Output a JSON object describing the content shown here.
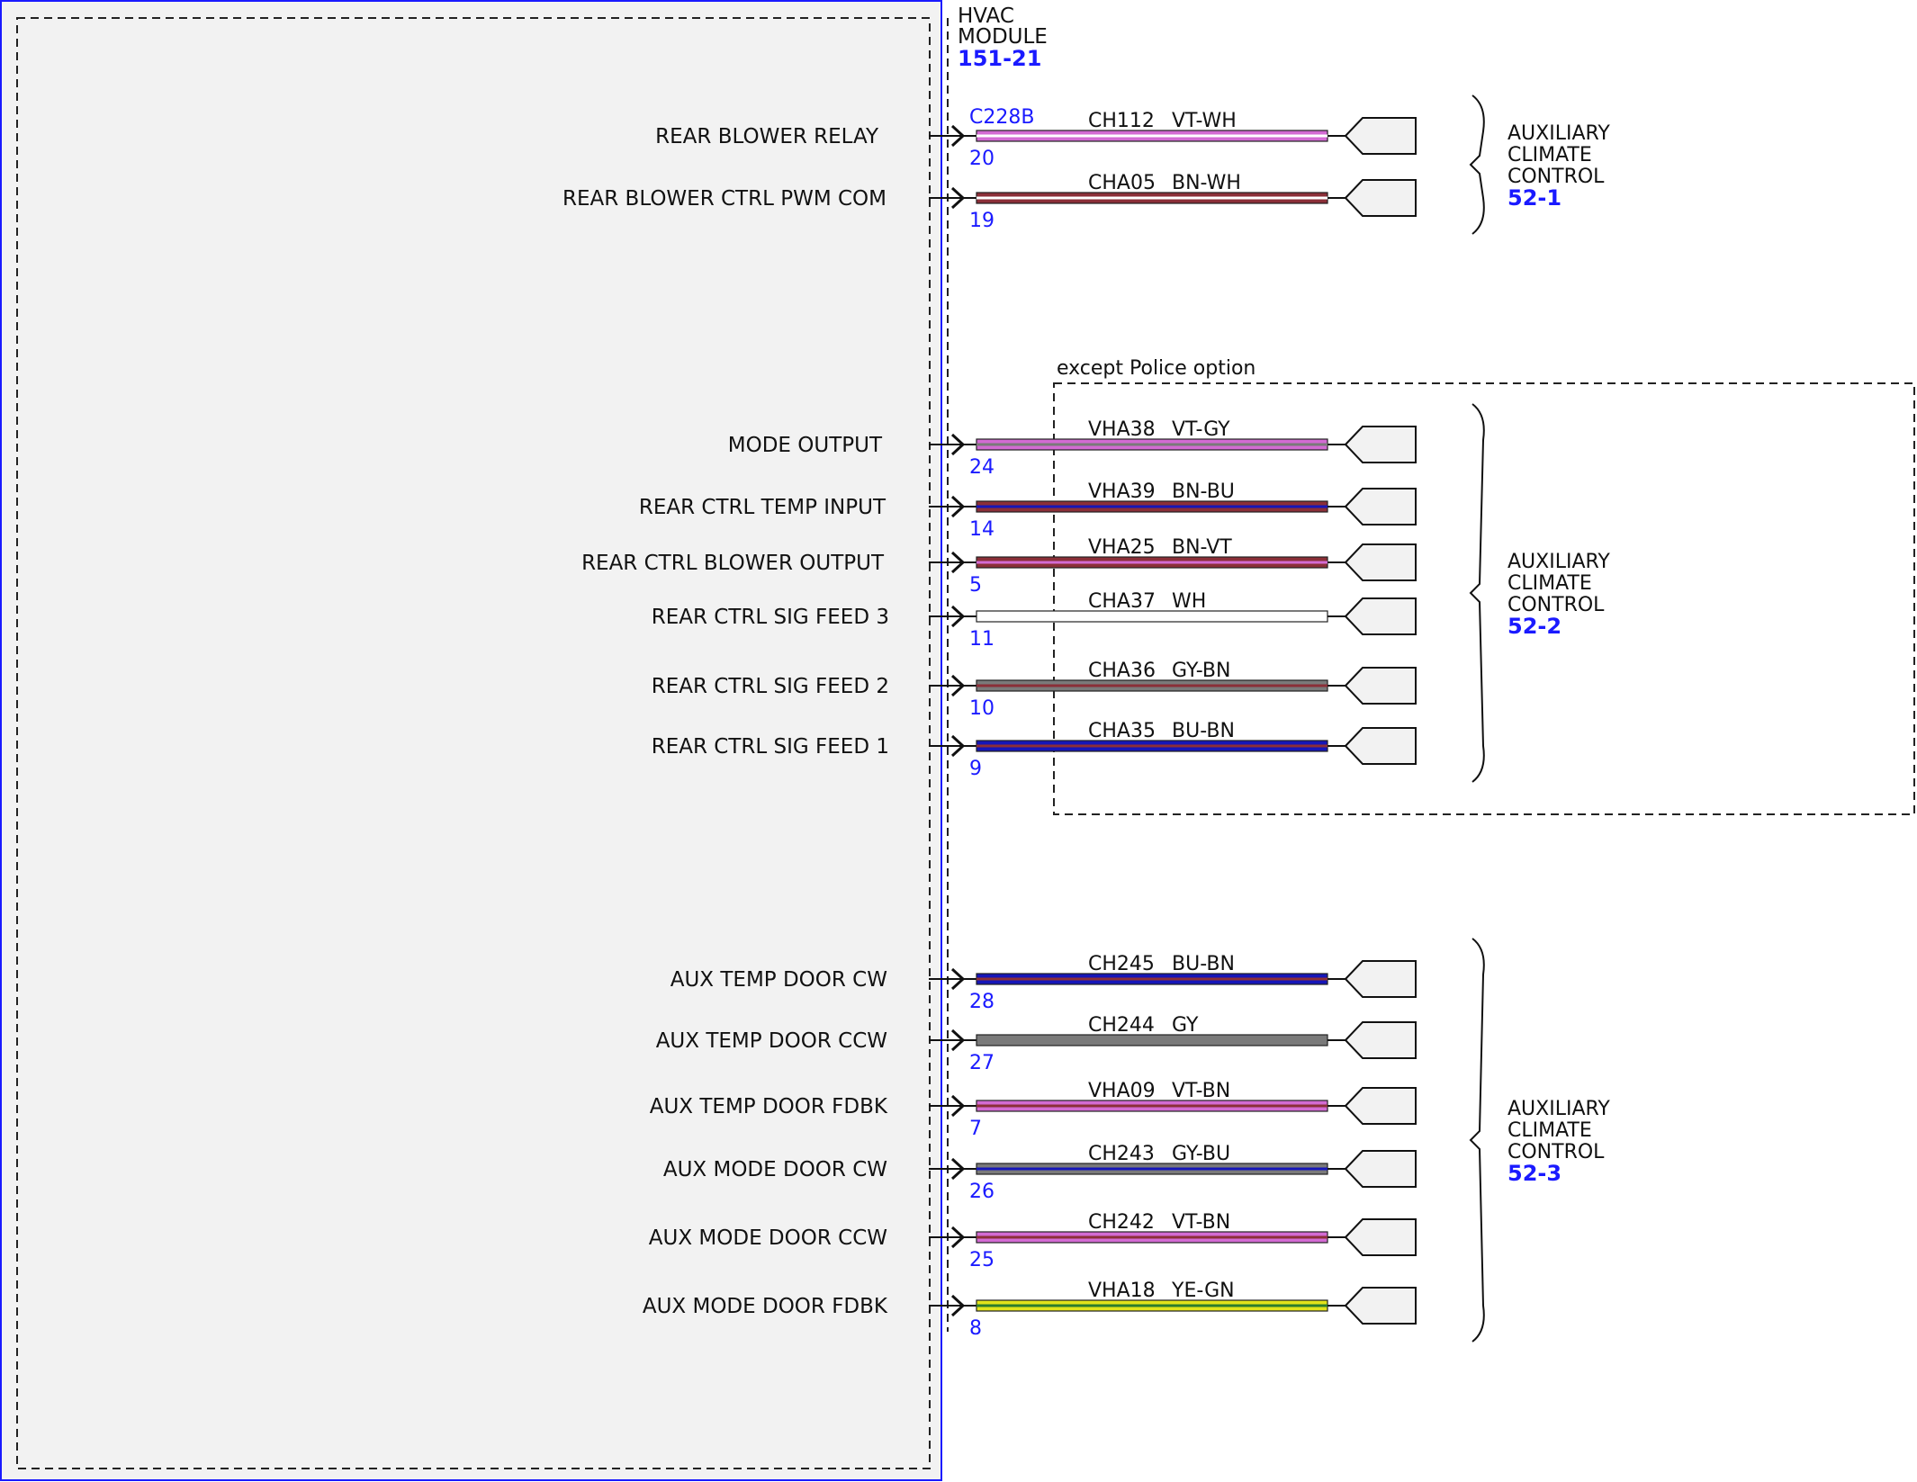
{
  "module": {
    "name_line1": "HVAC",
    "name_line2": "MODULE",
    "ref": "151-21",
    "connector": "C228B"
  },
  "note": "except Police option",
  "colors": {
    "VT": "#d36bd3",
    "WH": "#ffffff",
    "BN": "#8b2f38",
    "GY": "#7a7a7a",
    "BU": "#1616b8",
    "YE": "#e3e31a",
    "GN": "#2d7d2d",
    "module_border": "#1a1aff",
    "pin_text": "#1a1aff",
    "fill": "#f2f2f2"
  },
  "groups": [
    {
      "line1": "AUXILIARY",
      "line2": "CLIMATE",
      "line3": "CONTROL",
      "ref": "52-1",
      "wires": [
        {
          "label": "REAR BLOWER RELAY",
          "pin": "20",
          "circuit": "CH112",
          "color": "VT-WH"
        },
        {
          "label": "REAR BLOWER CTRL PWM COM",
          "pin": "19",
          "circuit": "CHA05",
          "color": "BN-WH"
        }
      ]
    },
    {
      "line1": "AUXILIARY",
      "line2": "CLIMATE",
      "line3": "CONTROL",
      "ref": "52-2",
      "wires": [
        {
          "label": "MODE OUTPUT",
          "pin": "24",
          "circuit": "VHA38",
          "color": "VT-GY"
        },
        {
          "label": "REAR CTRL TEMP INPUT",
          "pin": "14",
          "circuit": "VHA39",
          "color": "BN-BU"
        },
        {
          "label": "REAR CTRL BLOWER OUTPUT",
          "pin": "5",
          "circuit": "VHA25",
          "color": "BN-VT"
        },
        {
          "label": "REAR CTRL SIG FEED 3",
          "pin": "11",
          "circuit": "CHA37",
          "color": "WH"
        },
        {
          "label": "REAR CTRL SIG FEED 2",
          "pin": "10",
          "circuit": "CHA36",
          "color": "GY-BN"
        },
        {
          "label": "REAR CTRL SIG FEED 1",
          "pin": "9",
          "circuit": "CHA35",
          "color": "BU-BN"
        }
      ]
    },
    {
      "line1": "AUXILIARY",
      "line2": "CLIMATE",
      "line3": "CONTROL",
      "ref": "52-3",
      "wires": [
        {
          "label": "AUX TEMP DOOR CW",
          "pin": "28",
          "circuit": "CH245",
          "color": "BU-BN"
        },
        {
          "label": "AUX TEMP DOOR CCW",
          "pin": "27",
          "circuit": "CH244",
          "color": "GY"
        },
        {
          "label": "AUX TEMP DOOR FDBK",
          "pin": "7",
          "circuit": "VHA09",
          "color": "VT-BN"
        },
        {
          "label": "AUX MODE DOOR CW",
          "pin": "26",
          "circuit": "CH243",
          "color": "GY-BU"
        },
        {
          "label": "AUX MODE DOOR CCW",
          "pin": "25",
          "circuit": "CH242",
          "color": "VT-BN"
        },
        {
          "label": "AUX MODE DOOR FDBK",
          "pin": "8",
          "circuit": "VHA18",
          "color": "YE-GN"
        }
      ]
    }
  ]
}
